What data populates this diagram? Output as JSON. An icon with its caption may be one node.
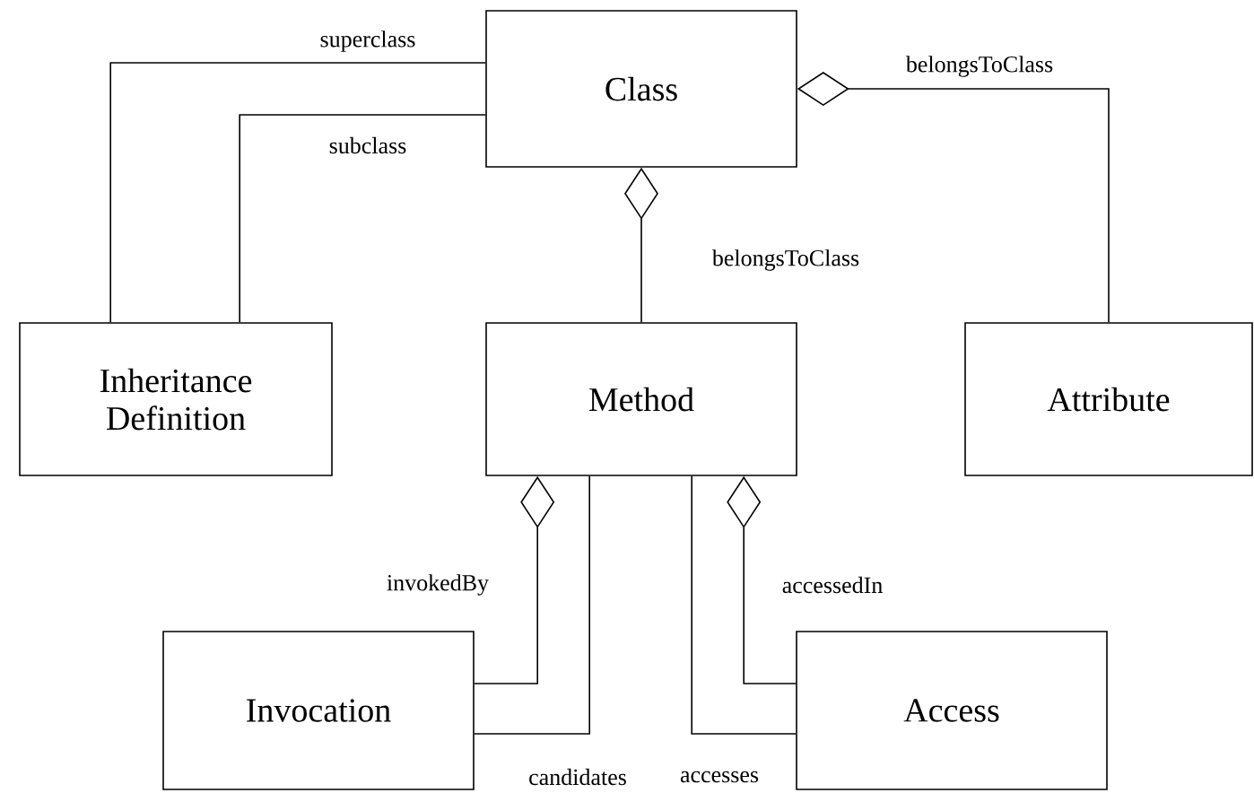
{
  "diagram": {
    "nodes": [
      {
        "text": [
          "Class"
        ]
      },
      {
        "text": [
          "Inheritance Definition"
        ]
      },
      {
        "text": [
          "Method"
        ]
      },
      {
        "text": [
          "Attribute"
        ]
      },
      {
        "text": [
          "Invocation"
        ]
      },
      {
        "text": [
          "Access"
        ]
      }
    ],
    "edges": [
      {
        "from": 1,
        "to": 0,
        "arrow": "none",
        "label": "superclass"
      },
      {
        "from": 1,
        "to": 0,
        "arrow": "none",
        "label": "subclass"
      },
      {
        "from": 0,
        "to": 3,
        "arrow": "other",
        "label": "belongsToClass"
      },
      {
        "from": 0,
        "to": 2,
        "arrow": "other",
        "label": "belongsToClass"
      },
      {
        "from": 2,
        "to": 4,
        "arrow": "other",
        "label": "invokedBy"
      },
      {
        "from": 2,
        "to": 4,
        "arrow": "none",
        "label": "candidates"
      },
      {
        "from": 2,
        "to": 5,
        "arrow": "none",
        "label": "accesses"
      },
      {
        "from": 2,
        "to": 5,
        "arrow": "other",
        "label": "accessedIn"
      }
    ]
  }
}
